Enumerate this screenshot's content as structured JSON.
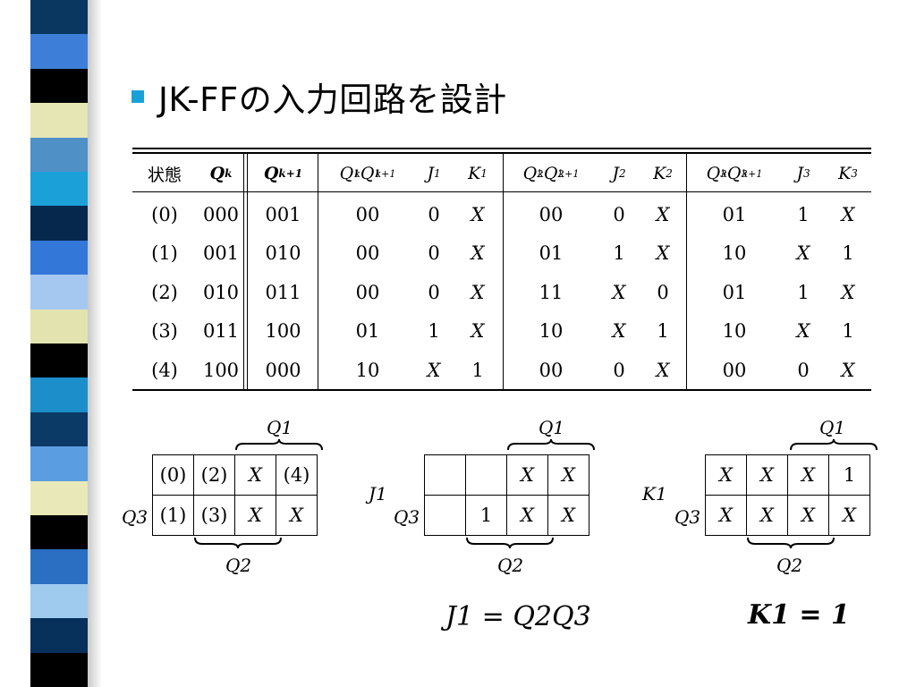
{
  "title": "JK-FFの入力回路を設計",
  "stripe_colors": [
    "#0a3760",
    "#3d7fd8",
    "#000000",
    "#e6e6b4",
    "#4f90c7",
    "#1ba0d8",
    "#06284d",
    "#3377d9",
    "#a5c8f0",
    "#e3e3b0",
    "#000000",
    "#1c8ec9",
    "#0b3a66",
    "#5a9de0",
    "#e8e8b8",
    "#000000",
    "#2a6fc2",
    "#9fcbee",
    "#07305a",
    "#000000"
  ],
  "table": {
    "header": [
      "状態",
      "Q^k",
      "Q^(k+1)",
      "Q1kQ1k+1",
      "J1",
      "K1",
      "Q2kQ2k+1",
      "J2",
      "K2",
      "Q3kQ3k+1",
      "J3",
      "K3"
    ],
    "rows": [
      [
        "(0)",
        "000",
        "001",
        "00",
        "0",
        "X",
        "00",
        "0",
        "X",
        "01",
        "1",
        "X"
      ],
      [
        "(1)",
        "001",
        "010",
        "00",
        "0",
        "X",
        "01",
        "1",
        "X",
        "10",
        "X",
        "1"
      ],
      [
        "(2)",
        "010",
        "011",
        "00",
        "0",
        "X",
        "11",
        "X",
        "0",
        "01",
        "1",
        "X"
      ],
      [
        "(3)",
        "011",
        "100",
        "01",
        "1",
        "X",
        "10",
        "X",
        "1",
        "10",
        "X",
        "1"
      ],
      [
        "(4)",
        "100",
        "000",
        "10",
        "X",
        "1",
        "00",
        "0",
        "X",
        "00",
        "0",
        "X"
      ]
    ]
  },
  "kmaps": {
    "state_map": {
      "cells": [
        [
          "(0)",
          "(2)",
          "X",
          "(4)"
        ],
        [
          "(1)",
          "(3)",
          "X",
          "X"
        ]
      ],
      "q1_label": "Q1",
      "q2_label": "Q2",
      "q3_label": "Q3"
    },
    "j1_map": {
      "name": "J1",
      "cells": [
        [
          "",
          "",
          "X",
          "X"
        ],
        [
          "",
          "1",
          "X",
          "X"
        ]
      ],
      "q1_label": "Q1",
      "q2_label": "Q2",
      "q3_label": "Q3"
    },
    "k1_map": {
      "name": "K1",
      "cells": [
        [
          "X",
          "X",
          "X",
          "1"
        ],
        [
          "X",
          "X",
          "X",
          "X"
        ]
      ],
      "q1_label": "Q1",
      "q2_label": "Q2",
      "q3_label": "Q3"
    }
  },
  "equations": {
    "j1": "J1 = Q2Q3",
    "k1": "K1 = 1"
  }
}
